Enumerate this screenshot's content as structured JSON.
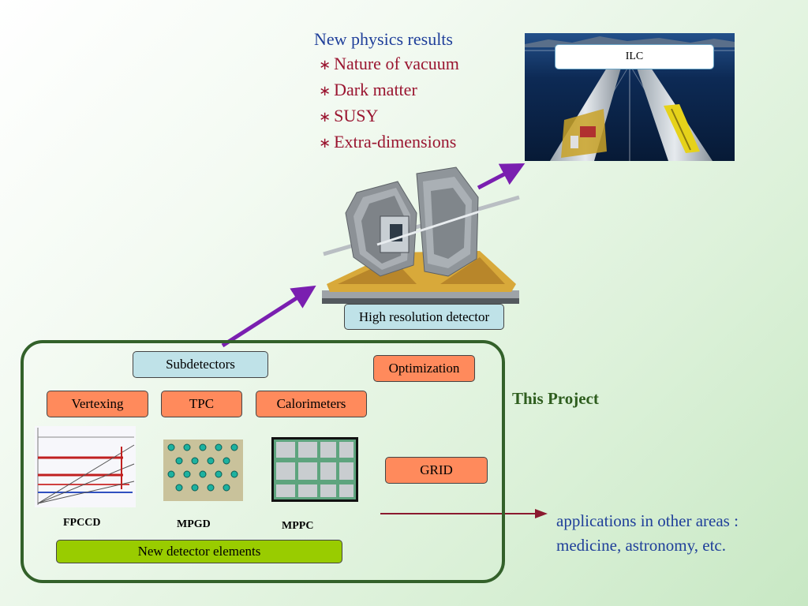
{
  "physics": {
    "heading": "New physics results",
    "bullet_symbol": "∗",
    "items": [
      "Nature of vacuum",
      "Dark matter",
      "SUSY",
      "Extra-dimensions"
    ]
  },
  "ilc": {
    "label": "ILC"
  },
  "detector": {
    "label": "High resolution detector"
  },
  "project": {
    "label": "This Project",
    "subdetectors": "Subdetectors",
    "optimization": "Optimization",
    "vertexing": "Vertexing",
    "tpc": "TPC",
    "calorimeters": "Calorimeters",
    "grid": "GRID",
    "fpccd": "FPCCD",
    "mpgd": "MPGD",
    "mppc": "MPPC",
    "new_elements": "New detector elements"
  },
  "applications": {
    "text": "applications in other areas : medicine, astronomy, etc."
  },
  "colors": {
    "arrow": "#7a1fb0",
    "frame": "#33612a",
    "orange_box": "#ff8a5c",
    "blue_box": "#bfe2e8",
    "green_box": "#99cc00",
    "physics_head": "#1f3f9a",
    "physics_item": "#9a1530",
    "app_arrow": "#8b1a2f"
  }
}
